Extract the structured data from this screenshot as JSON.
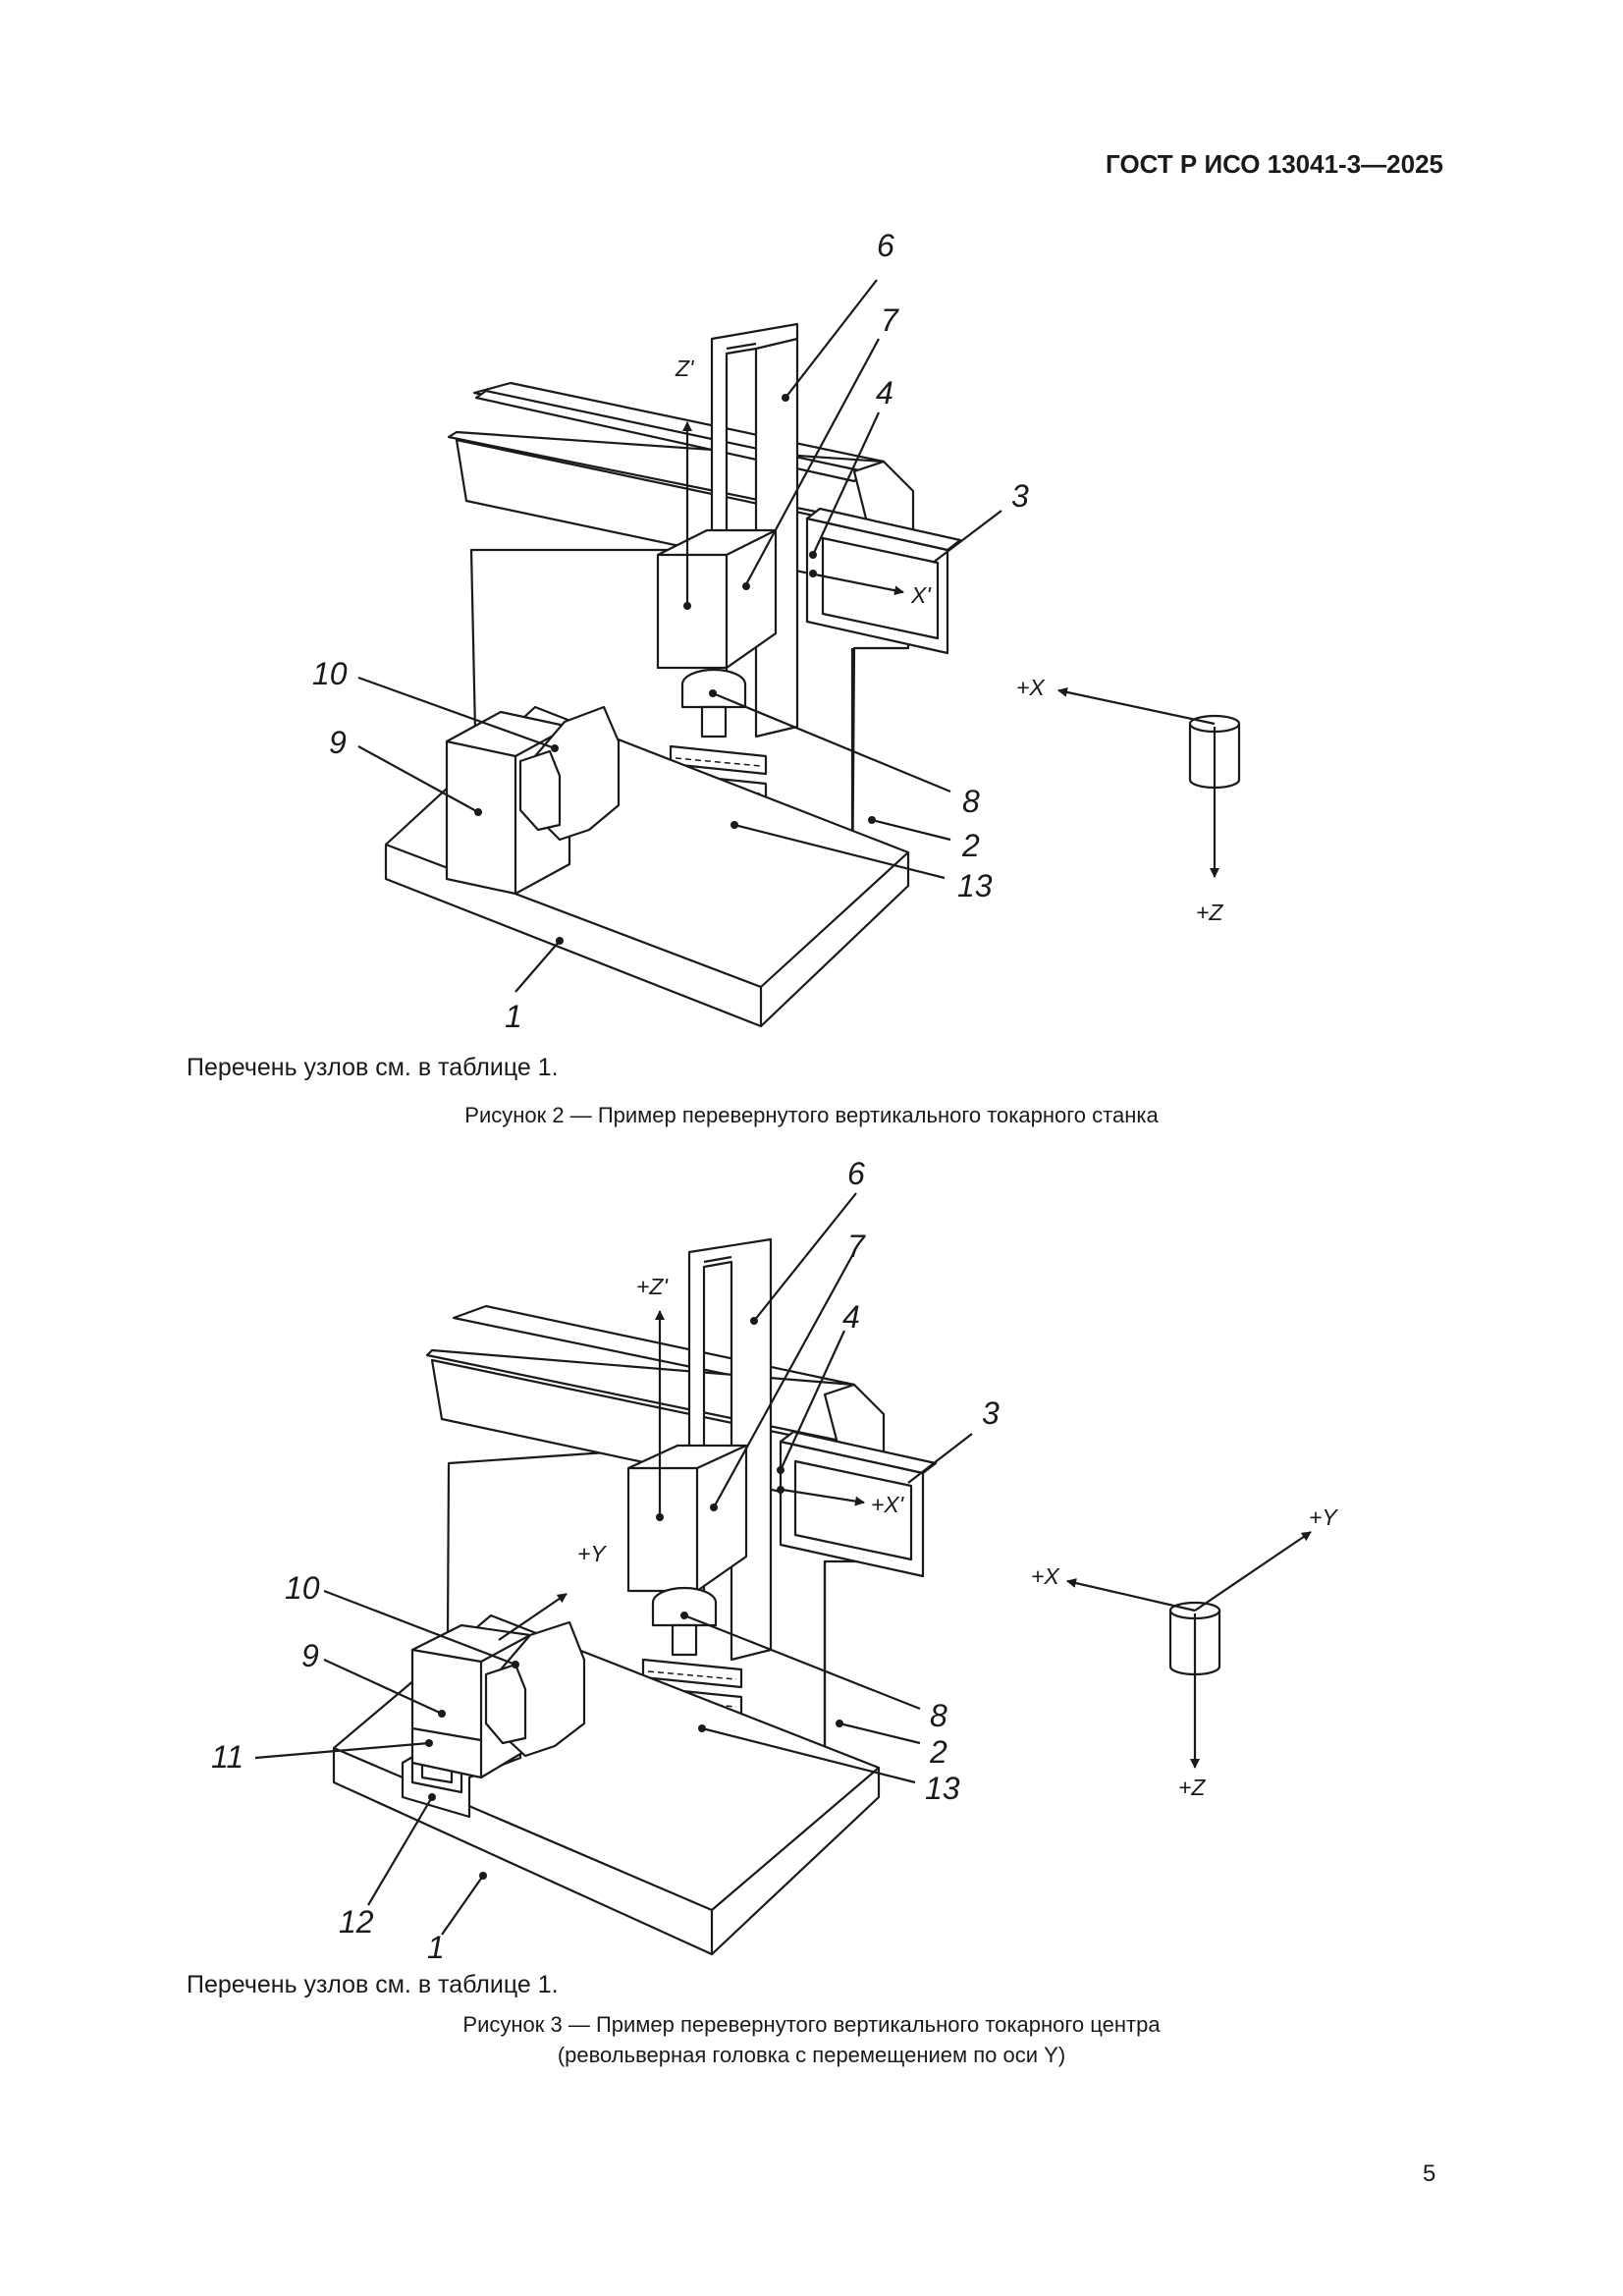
{
  "header": {
    "doc_code": "ГОСТ Р ИСО 13041-3—2025"
  },
  "figure2": {
    "labels": {
      "l1": "1",
      "l2": "2",
      "l3": "3",
      "l4": "4",
      "l6": "6",
      "l7": "7",
      "l8": "8",
      "l9": "9",
      "l10": "10",
      "l13": "13"
    },
    "axes": {
      "z_prime": "Z'",
      "x_prime": "X'",
      "plus_x": "+X",
      "plus_z": "+Z"
    },
    "note": "Перечень узлов см. в таблице 1.",
    "caption": "Рисунок 2 — Пример перевернутого вертикального токарного станка"
  },
  "figure3": {
    "labels": {
      "l1": "1",
      "l2": "2",
      "l3": "3",
      "l4": "4",
      "l6": "6",
      "l7": "7",
      "l8": "8",
      "l9": "9",
      "l10": "10",
      "l11": "11",
      "l12": "12",
      "l13": "13"
    },
    "axes": {
      "z_prime": "+Z'",
      "x_prime": "+X'",
      "plus_x": "+X",
      "plus_y": "+Y",
      "plus_z": "+Z",
      "turret_y": "+Y"
    },
    "note": "Перечень узлов см. в таблице 1.",
    "caption_line1": "Рисунок 3 — Пример перевернутого вертикального токарного центра",
    "caption_line2": "(револьверная головка с перемещением по оси Y)"
  },
  "page_number": "5"
}
